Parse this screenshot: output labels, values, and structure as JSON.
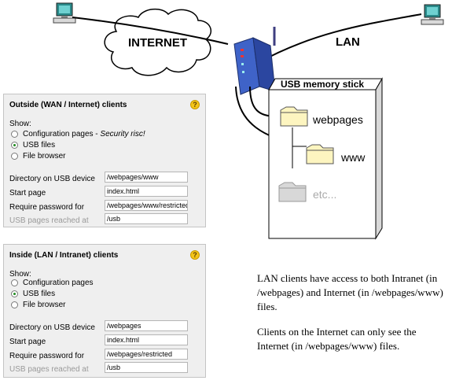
{
  "diagram": {
    "internet_label": "INTERNET",
    "lan_label": "LAN",
    "usb_stick_label": "USB memory stick",
    "folders": [
      "webpages",
      "www",
      "etc..."
    ]
  },
  "panels": [
    {
      "title": "Outside (WAN / Internet) clients",
      "show_label": "Show:",
      "options": [
        {
          "label": "Configuration pages - ",
          "note": "Security risc!",
          "checked": false
        },
        {
          "label": "USB files",
          "note": "",
          "checked": true
        },
        {
          "label": "File browser",
          "note": "",
          "checked": false
        }
      ],
      "fields": [
        {
          "label": "Directory on USB device",
          "value": "/webpages/www",
          "disabled": false
        },
        {
          "label": "Start page",
          "value": "index.html",
          "disabled": false
        },
        {
          "label": "Require password for",
          "value": "/webpages/www/restricted",
          "disabled": false
        },
        {
          "label": "USB pages reached at",
          "value": "/usb",
          "disabled": true
        }
      ]
    },
    {
      "title": "Inside (LAN / Intranet) clients",
      "show_label": "Show:",
      "options": [
        {
          "label": "Configuration pages",
          "note": "",
          "checked": false
        },
        {
          "label": "USB files",
          "note": "",
          "checked": true
        },
        {
          "label": "File browser",
          "note": "",
          "checked": false
        }
      ],
      "fields": [
        {
          "label": "Directory on USB device",
          "value": "/webpages",
          "disabled": false
        },
        {
          "label": "Start page",
          "value": "index.html",
          "disabled": false
        },
        {
          "label": "Require password for",
          "value": "/webpages/restricted",
          "disabled": false
        },
        {
          "label": "USB pages reached at",
          "value": "/usb",
          "disabled": true
        }
      ]
    }
  ],
  "description": {
    "para1": "LAN clients have access to both Intranet (in /webpages) and Internet (in /webpages/www) files.",
    "para2": "Clients on the Internet can only see the Internet (in /webpages/www) files."
  },
  "colors": {
    "folder_fill": "#fdf5c0",
    "folder_disabled": "#d8d8d8",
    "router_blue": "#3f63c8",
    "help_icon": "#f5c518"
  }
}
